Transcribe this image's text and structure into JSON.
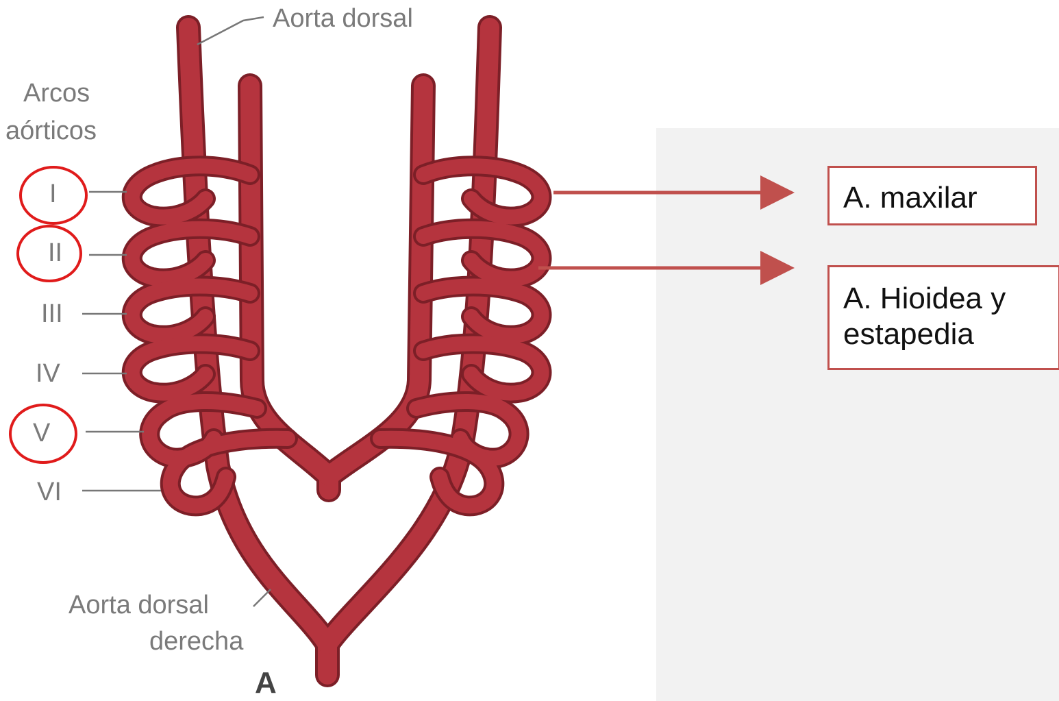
{
  "diagram": {
    "top_label": "Aorta dorsal",
    "arches_label_line1": "Arcos",
    "arches_label_line2": "aórticos",
    "arches": [
      "I",
      "II",
      "III",
      "IV",
      "V",
      "VI"
    ],
    "highlighted_arches": [
      "I",
      "II",
      "V"
    ],
    "bottom_label_line1": "Aorta dorsal",
    "bottom_label_line2": "derecha",
    "figure_letter": "A"
  },
  "callouts": [
    {
      "text": "A. maxilar"
    },
    {
      "text_line1": "A. Hioidea y",
      "text_line2": "estapedia"
    }
  ],
  "colors": {
    "artery": "#b5343e",
    "artery_edge": "#7c1f27",
    "highlight_circle": "#e01b1b",
    "arrow": "#c0504d",
    "panel": "#f2f2f2"
  }
}
